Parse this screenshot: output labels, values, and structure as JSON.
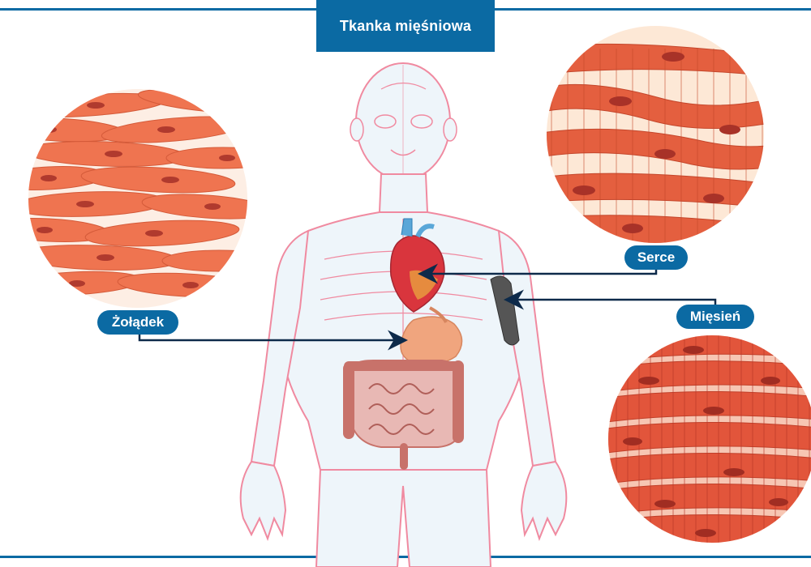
{
  "title": "Tkanka mięśniowa",
  "labels": {
    "stomach": "Żołądek",
    "heart": "Serce",
    "muscle": "Mięsień"
  },
  "colors": {
    "accent": "#0b6aa3",
    "arrow": "#0d2a4a",
    "smooth_muscle": "#ef7450",
    "cell_nucleus": "#b03a2e",
    "cardiac_muscle": "#e45f3f",
    "skeletal_muscle": "#e2553b",
    "body_outline": "#f08aa0",
    "stomach_organ": "#f0a57e",
    "intestine": "#c8726a",
    "upper_arm_muscle": "#555555"
  }
}
